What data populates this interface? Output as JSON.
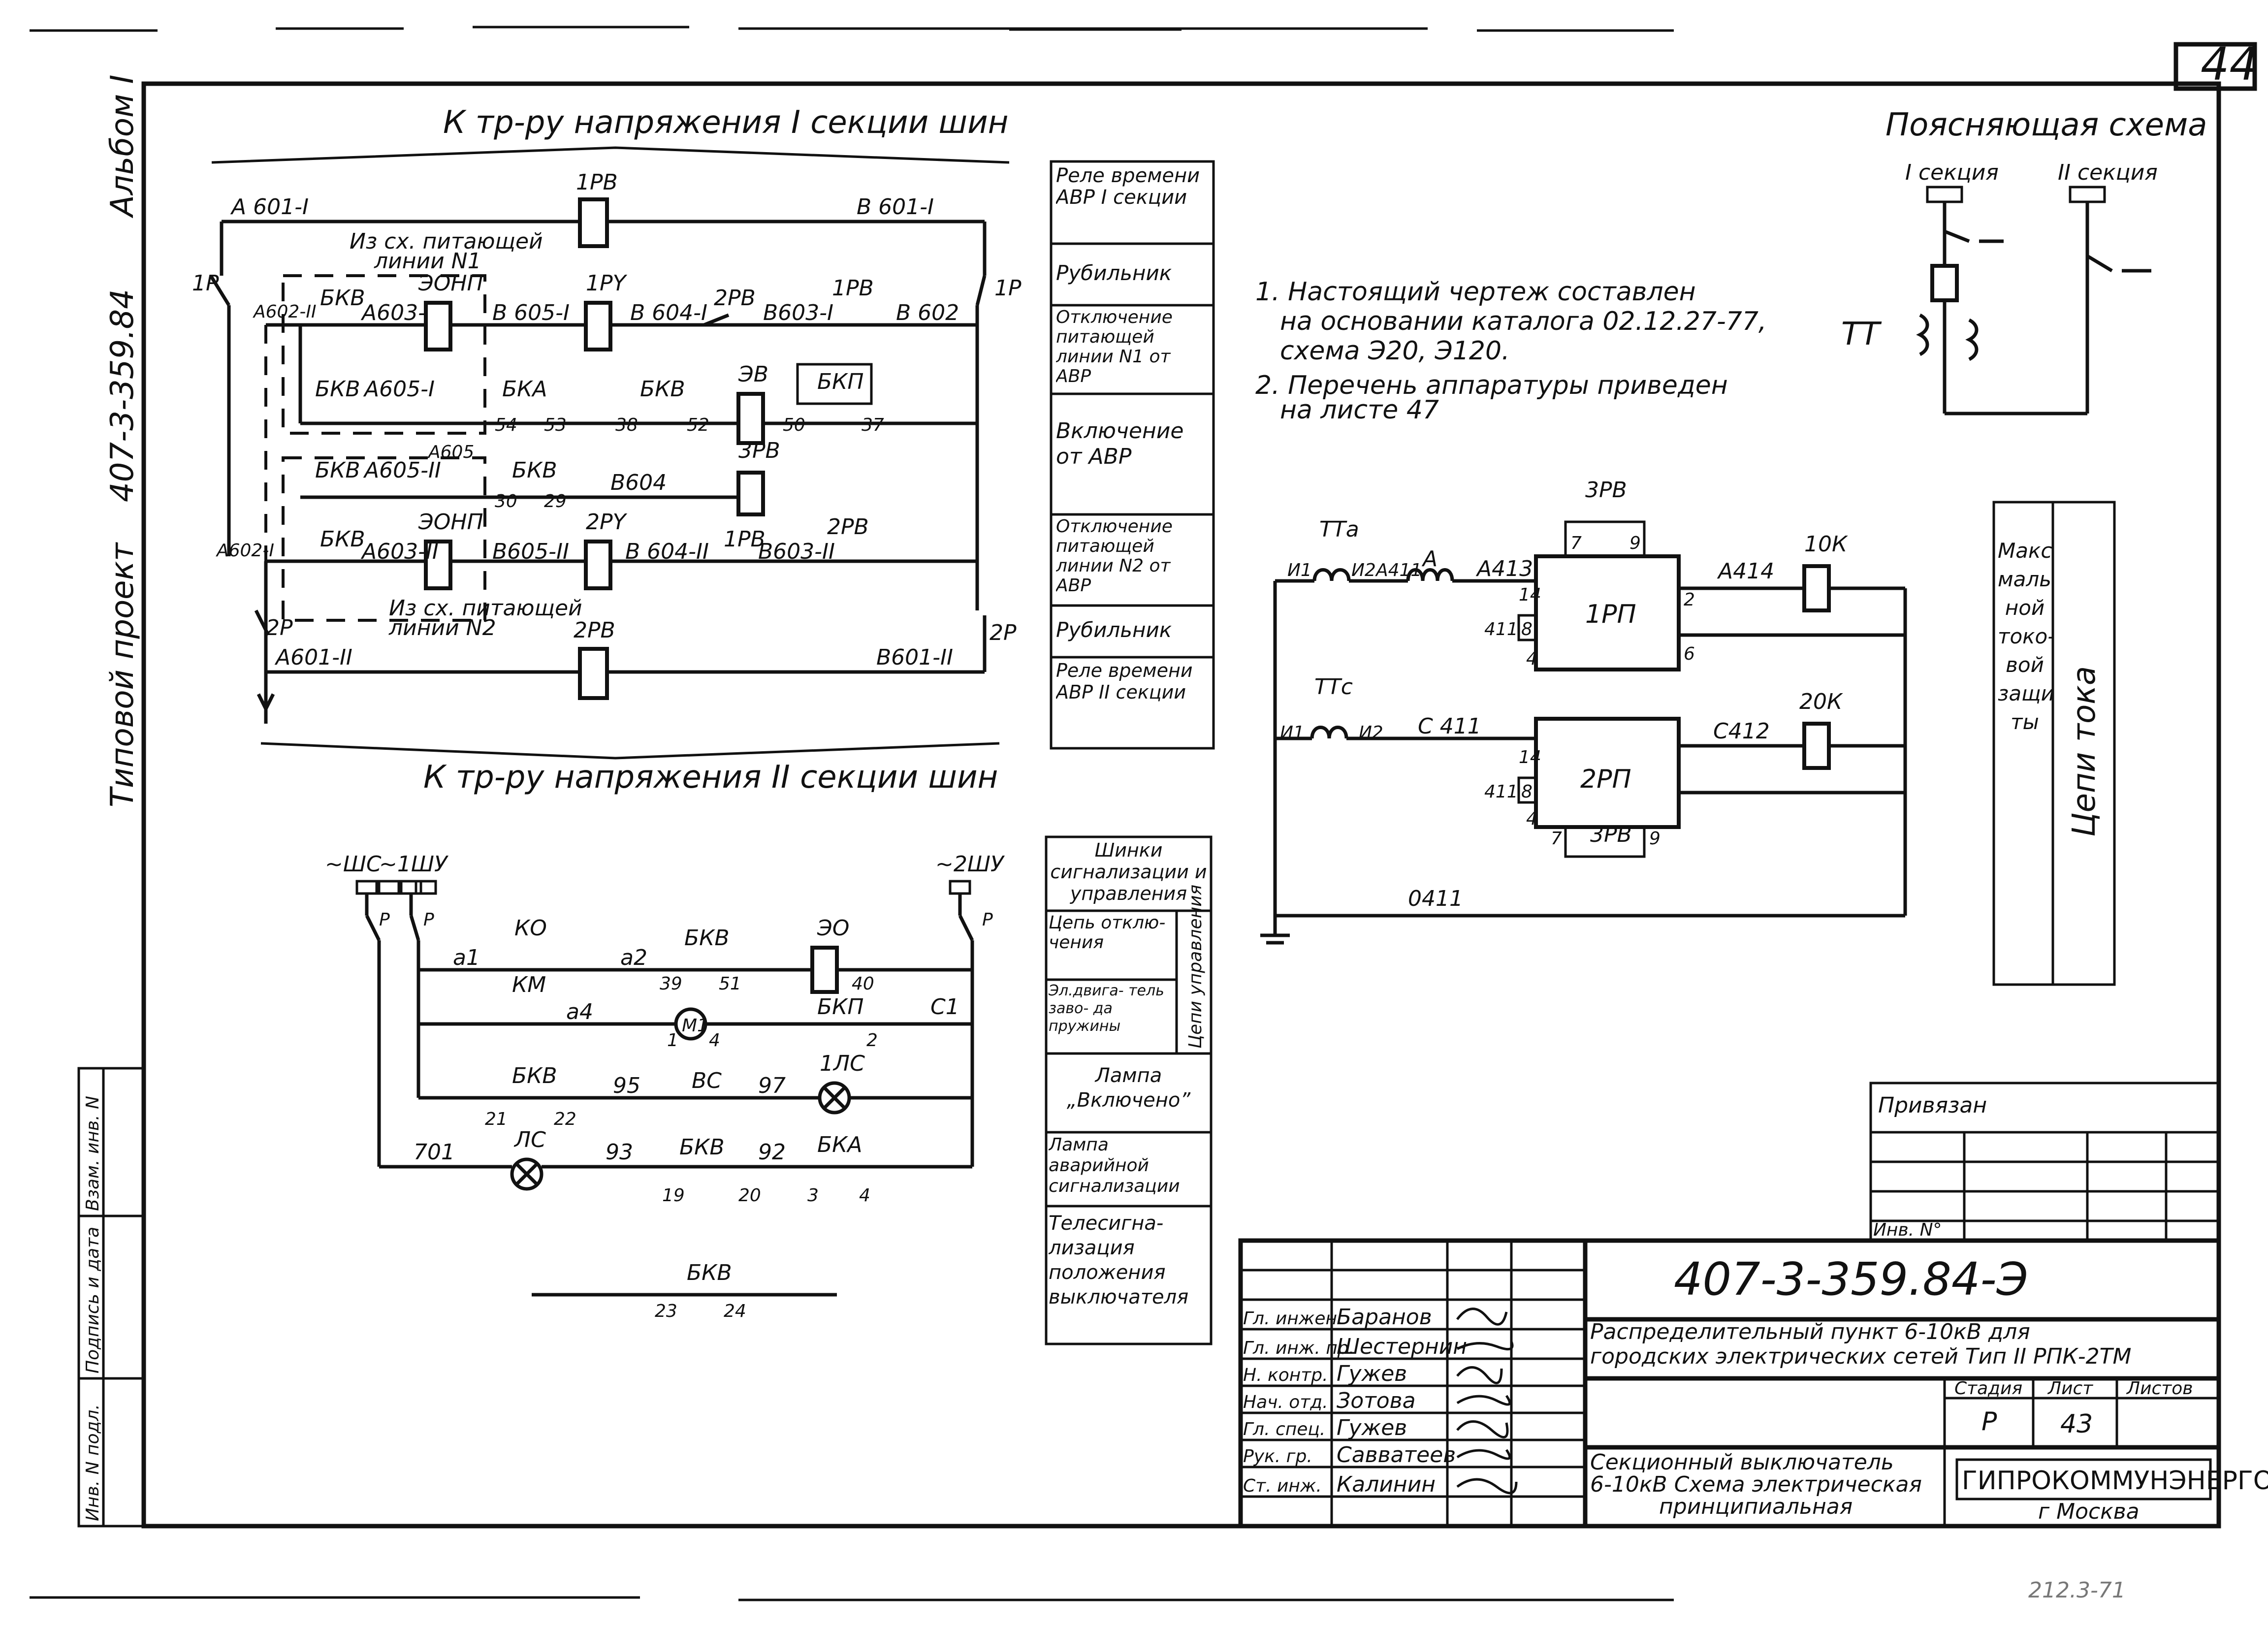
{
  "sheet": {
    "page_number": "44",
    "bottom_stamp": "212.3-71"
  },
  "left_margin": {
    "album": "Альбом I",
    "project_code": "407-3-359.84",
    "project_type": "Типовой проект",
    "stamp_fields": [
      "Взам. инв. N",
      "Подпись и дата",
      "Инв. N подл."
    ]
  },
  "avr_schematic": {
    "top_title": "К тр-ру напряжения I секции шин",
    "bottom_title": "К тр-ру напряжения II секции шин",
    "labels": {
      "a601": "A 601-I",
      "b601": "B 601-I",
      "rv1": "1PB",
      "p1_left": "1P",
      "p1_right": "1P",
      "ref_line1": "Из сх. питающей",
      "ref_line1b": "линии N1",
      "a602": "A602-II",
      "bkv": "БКВ",
      "a603": "A603-I",
      "eonp": "ЭОНП",
      "b605": "B 605-I",
      "ry1": "1PY",
      "b604": "B 604-I",
      "rv2": "2PB",
      "b603": "B603-I",
      "rv1b": "1PB",
      "b602": "B 602",
      "bkv2": "БКВ",
      "a605": "A605-I",
      "bka": "БКА",
      "bkv3": "БКВ",
      "ev": "ЭВ",
      "bkp": "БКП",
      "n54": "54",
      "n53": "53",
      "n38": "38",
      "n52": "52",
      "n50": "50",
      "n37": "37",
      "a605b": "A605",
      "bkv4": "БКВ",
      "a605ii": "A605-II",
      "bkv5": "БКВ",
      "b604b": "B604",
      "rv3": "3PB",
      "n30": "30",
      "n29": "29",
      "a602i": "A602-I",
      "bkv6": "БКВ",
      "eonp2": "ЭОНП",
      "a603ii": "A603-II",
      "b605ii": "B605-II",
      "ry2": "2PY",
      "b604ii": "B 604-II",
      "rv1c": "1PB",
      "b603ii": "B603-II",
      "rv2b": "2PB",
      "ref_line2": "Из сх. питающей",
      "ref_line2b": "линии N2",
      "p2_left": "2P",
      "p2_right": "2P",
      "rv2c": "2PB",
      "a601ii": "A601-II",
      "b601ii": "B601-II"
    }
  },
  "legend_top": [
    "Реле времени АВР I секции",
    "Рубильник",
    "Отключение питающей линии N1 от АВР",
    "Включение от АВР",
    "Отключение питающей линии N2 от АВР",
    "Рубильник",
    "Реле времени АВР II секции"
  ],
  "notes": [
    "1. Настоящий чертеж составлен",
    "на основании каталога 02.12.27-77,",
    "схема Э20, Э120.",
    "2. Перечень аппаратуры приведен",
    "на листе 47"
  ],
  "explanatory": {
    "title": "Поясняющая схема",
    "sec1": "I секция",
    "sec2": "II секция",
    "tt": "ТТ"
  },
  "current_circuit": {
    "labels": {
      "tta": "ТТа",
      "i1": "И1",
      "i2a": "И2",
      "a411": "A411",
      "a": "A",
      "a413": "A413",
      "rv3": "3PB",
      "n7": "7",
      "n9": "9",
      "n14": "14",
      "n8": "8",
      "n411": "411",
      "n4": "4",
      "rp1": "1РП",
      "n2": "2",
      "n6": "6",
      "a414": "A414",
      "k10": "10К",
      "ttc": "ТТс",
      "i1c": "И1",
      "i2c": "И2",
      "c411": "C 411",
      "n14b": "14",
      "n8b": "8",
      "n411b": "411",
      "n4b": "4",
      "rp2": "2РП",
      "c412": "C412",
      "k20": "20К",
      "n7b": "7",
      "rv3b": "3PB",
      "n9b": "9",
      "o411": "0411"
    },
    "side_box_left": "Макси- маль- ной токо- вой защи- ты",
    "side_box_right": "Цепи тока"
  },
  "control_schematic": {
    "labels": {
      "shc": "~ШС",
      "shu1": "~1ШУ",
      "shu2": "~2ШУ",
      "p1": "P",
      "p2": "P",
      "p3": "P",
      "ko": "КО",
      "a1": "а1",
      "a2": "а2",
      "bkv": "БКВ",
      "n39": "39",
      "n51": "51",
      "eo": "ЭО",
      "n40": "40",
      "km": "КМ",
      "a4": "а4",
      "m1": "М1",
      "n1": "1",
      "n4": "4",
      "bkp": "БКП",
      "c1": "С1",
      "n2": "2",
      "bkv2": "БКВ",
      "n95": "95",
      "bc": "ВС",
      "n97": "97",
      "lac1": "1ЛС",
      "n21": "21",
      "n22": "22",
      "n701": "701",
      "lac": "ЛС",
      "n93": "93",
      "bkv3": "БКВ",
      "n92": "92",
      "bka": "БКА",
      "n19": "19",
      "n20": "20",
      "n3": "3",
      "n4b": "4",
      "bkv4": "БКВ",
      "n23": "23",
      "n24": "24"
    }
  },
  "legend_bottom": [
    "Шинки сигнализации и управления",
    "Цепь отклю- чения",
    "Эл.двига- тель заво- да пружины",
    "Цепи управления",
    "Лампа „Включено”",
    "Лампа аварийной сигнализации",
    "Телесигна- лизация положения выключателя"
  ],
  "title_block": {
    "privyazan": "Привязан",
    "inv_no": "Инв. N°",
    "doc_code": "407-3-359.84-Э",
    "project_title_1": "Распределительный пункт 6-10кВ для",
    "project_title_2": "городских электрических сетей Тип II РПК-2ТМ",
    "drawing_title_1": "Секционный выключатель",
    "drawing_title_2": "6-10кВ Схема электрическая",
    "drawing_title_3": "принципиальная",
    "col_stage": "Стадия",
    "col_sheet": "Лист",
    "col_sheets": "Листов",
    "stage": "Р",
    "sheet": "43",
    "org": "ГИПРОКОММУНЭНЕРГО",
    "city": "г Москва",
    "staff": [
      {
        "role": "Гл. инжен.",
        "name": "Баранов"
      },
      {
        "role": "Гл. инж. пр.",
        "name": "Шестернин"
      },
      {
        "role": "Н. контр.",
        "name": "Гужев"
      },
      {
        "role": "Нач. отд.",
        "name": "Зотова"
      },
      {
        "role": "Гл. спец.",
        "name": "Гужев"
      },
      {
        "role": "Рук. гр.",
        "name": "Савватеев"
      },
      {
        "role": "Ст. инж.",
        "name": "Калинин"
      }
    ]
  }
}
